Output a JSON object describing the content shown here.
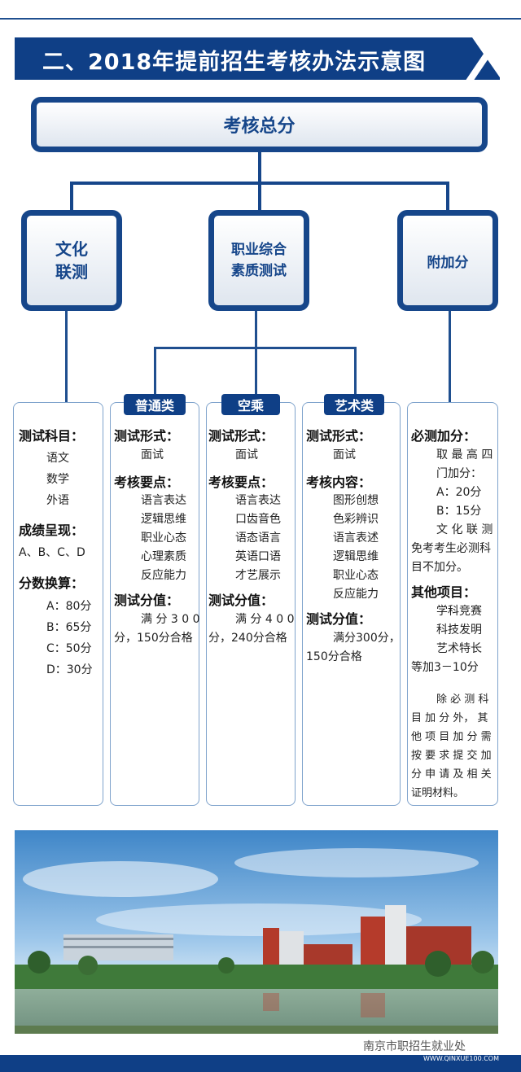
{
  "title": "二、2018年提前招生考核办法示意图",
  "total": "考核总分",
  "nodes": {
    "culture": [
      "文化",
      "联测"
    ],
    "vocational": [
      "职业综合",
      "素质测试"
    ],
    "bonus": "附加分"
  },
  "tabs": [
    "普通类",
    "空乘",
    "艺术类"
  ],
  "col1": {
    "h1": "测试科目：",
    "subjects": [
      "语文",
      "数学",
      "外语"
    ],
    "h2": "成绩呈现：",
    "grades": "A、B、C、D",
    "h3": "分数换算：",
    "conversions": [
      "A：80分",
      "B：65分",
      "C：50分",
      "D：30分"
    ]
  },
  "col2": {
    "h1": "测试形式：",
    "form": "面试",
    "h2": "考核要点：",
    "points": [
      "语言表达",
      "逻辑思维",
      "职业心态",
      "心理素质",
      "反应能力"
    ],
    "h3": "测试分值：",
    "score": [
      "满 分 3 0 0",
      "分，150分合格"
    ]
  },
  "col3": {
    "h1": "测试形式：",
    "form": "面试",
    "h2": "考核要点：",
    "points": [
      "语言表达",
      "口齿音色",
      "语态语言",
      "英语口语",
      "才艺展示"
    ],
    "h3": "测试分值：",
    "score": [
      "满 分 4 0 0",
      "分，240分合格"
    ]
  },
  "col4": {
    "h1": "测试形式：",
    "form": "面试",
    "h2": "考核内容：",
    "points": [
      "图形创想",
      "色彩辨识",
      "语言表述",
      "逻辑思维",
      "职业心态",
      "反应能力"
    ],
    "h3": "测试分值：",
    "score": [
      "满分300分，",
      "150分合格"
    ]
  },
  "col5": {
    "h1": "必测加分：",
    "lines": [
      "取 最 高 四",
      "门加分：",
      "A：20分",
      "B：15分",
      "文 化 联 测",
      "免考考生必测科",
      "目不加分。"
    ],
    "h2": "其他项目：",
    "others": [
      "学科竞赛",
      "科技发明",
      "艺术特长",
      "等加3－10分"
    ],
    "note": [
      "除 必 测 科",
      "目 加 分 外， 其",
      "他 项 目 加 分 需",
      "按 要 求 提 交 加",
      "分 申 请 及 相 关",
      "证明材料。"
    ]
  },
  "watermark": "南京市职招生就业处",
  "watermark_url": "WWW.QINXUE100.COM",
  "colors": {
    "brand_blue": "#0f3f86",
    "node_blue": "#16468a",
    "column_border": "#7fa3cc"
  }
}
